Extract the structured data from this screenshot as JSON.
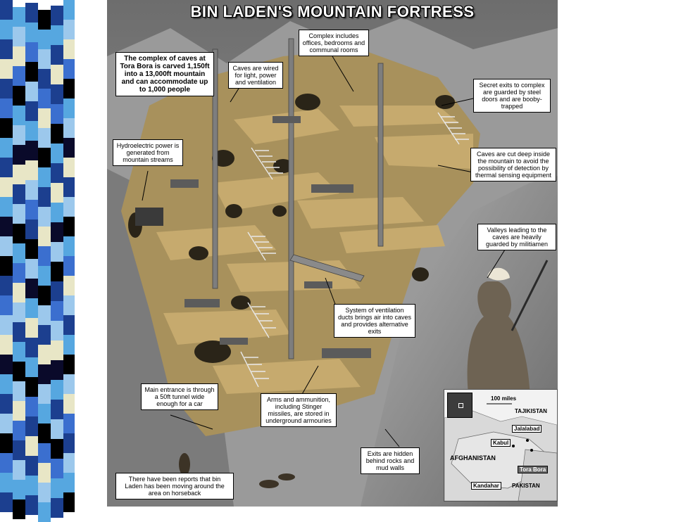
{
  "strip": {
    "colors": [
      "#1c3f8f",
      "#56a7e0",
      "#000000",
      "#e8e6c6",
      "#0a0a2a",
      "#3b6fcf",
      "#9cc8ec"
    ]
  },
  "infographic": {
    "title": "BIN LADEN'S MOUNTAIN FORTRESS",
    "callouts": {
      "intro": "The complex of caves at Tora Bora is carved 1,150ft into a 13,000ft mountain and can accommodate up to 1,000 people",
      "wired": "Caves are wired for light, power and ventilation",
      "complex": "Complex includes offices, bedrooms and communal rooms",
      "secret_exits": "Secret exits to complex are guarded by steel doors and are booby-trapped",
      "hydro": "Hydroelectric power is generated from mountain streams",
      "cut_deep": "Caves are cut deep inside the mountain to avoid the possibility of detection by thermal sensing equipment",
      "valleys": "Valleys leading to the caves are heavily guarded by militiamen",
      "ventilation": "System of ventilation ducts brings air into caves and provides alternative exits",
      "main_entrance": "Main entrance is through a 50ft tunnel wide enough for a car",
      "arms": "Arms and ammunition, including Stinger missiles, are stored in underground armouries",
      "exits_hidden": "Exits are hidden behind rocks and mud walls",
      "horseback": "There have been reports that bin Laden has been moving around the area on horseback"
    },
    "map": {
      "scale": "100 miles",
      "tajikistan": "TAJIKISTAN",
      "jalalabad": "Jalalabad",
      "kabul": "Kabul",
      "afghanistan": "AFGHANISTAN",
      "tora_bora": "Tora Bora",
      "kandahar": "Kandahar",
      "pakistan": "PAKISTAN"
    }
  }
}
